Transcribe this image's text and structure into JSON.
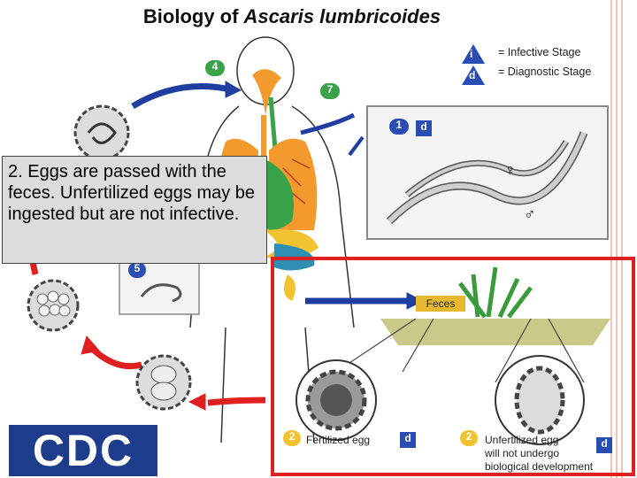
{
  "title": {
    "prefix": "Biology of ",
    "species": "Ascaris lumbricoides"
  },
  "legend": [
    {
      "badge": "i",
      "label": "= Infective Stage"
    },
    {
      "badge": "d",
      "label": "= Diagnostic Stage"
    }
  ],
  "steps": {
    "s1": "1",
    "s2a": "2",
    "s2b": "2",
    "s4": "4",
    "s5": "5",
    "s7": "7",
    "i": "i",
    "d": "d"
  },
  "caption": "2. Eggs are passed with the feces. Unfertilized eggs may be ingested but are not infective.",
  "feces_label": "Feces",
  "fertilized_label": "Fertilized egg",
  "unfertilized_label": [
    "Unfertilized egg",
    "will not undergo",
    "biological development"
  ],
  "symbols": {
    "female": "♀",
    "male": "♂"
  },
  "logo": "CDC",
  "colors": {
    "arrow_blue": "#1f3fa0",
    "arrow_red": "#e02020",
    "badge_blue": "#2a4db3",
    "badge_yellow": "#f2c230",
    "lung_orange": "#f29a2e",
    "intestine_green": "#3aa34a",
    "highlight_red": "#e02020"
  }
}
